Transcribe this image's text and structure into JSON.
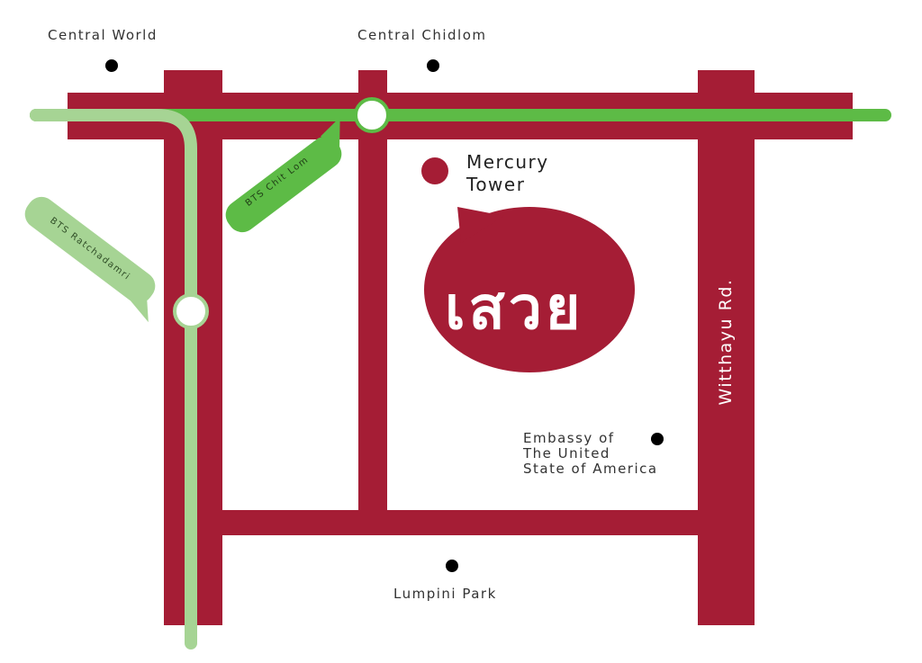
{
  "colors": {
    "road": "#a51d35",
    "bts_sukhumvit": "#5dbb46",
    "bts_silom": "#a6d494",
    "poi_dot": "#000000"
  },
  "places": {
    "central_world": "Central World",
    "central_chidlom": "Central Chidlom",
    "mercury_tower_line1": "Mercury",
    "mercury_tower_line2": "Tower",
    "embassy_line1": "Embassy of",
    "embassy_line2": "The United",
    "embassy_line3": "State of America",
    "lumpini_park": "Lumpini Park"
  },
  "roads": {
    "witthayu": "Witthayu Rd."
  },
  "stations": {
    "chit_lom": "BTS Chit Lom",
    "ratchadamri": "BTS Ratchadamri"
  },
  "logo": {
    "text": "เสวย"
  }
}
